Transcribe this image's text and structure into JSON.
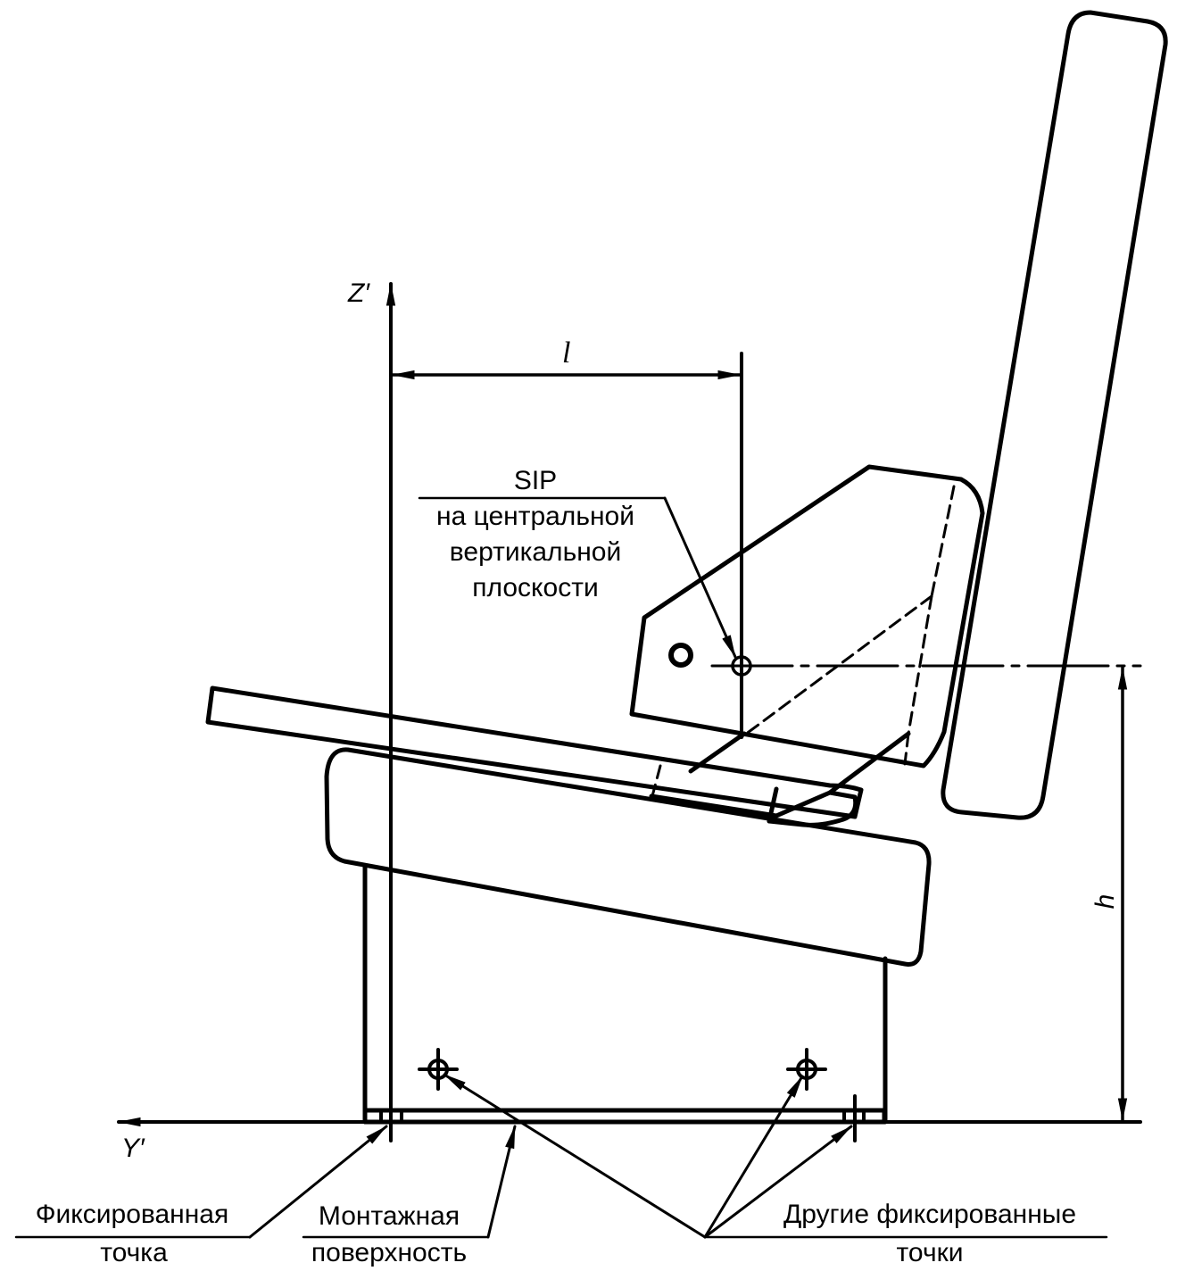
{
  "axes": {
    "z_label": "Z′",
    "y_label": "Y′"
  },
  "dimensions": {
    "length_label": "l",
    "height_label": "h"
  },
  "sip": {
    "title": "SIP",
    "description_lines": [
      "на центральной",
      "вертикальной",
      "плоскости"
    ]
  },
  "callouts": {
    "fixed_point": [
      "Фиксированная",
      "точка"
    ],
    "mounting_surface": [
      "Монтажная",
      "поверхность"
    ],
    "other_fixed_points": [
      "Другие фиксированные",
      "точки"
    ]
  }
}
